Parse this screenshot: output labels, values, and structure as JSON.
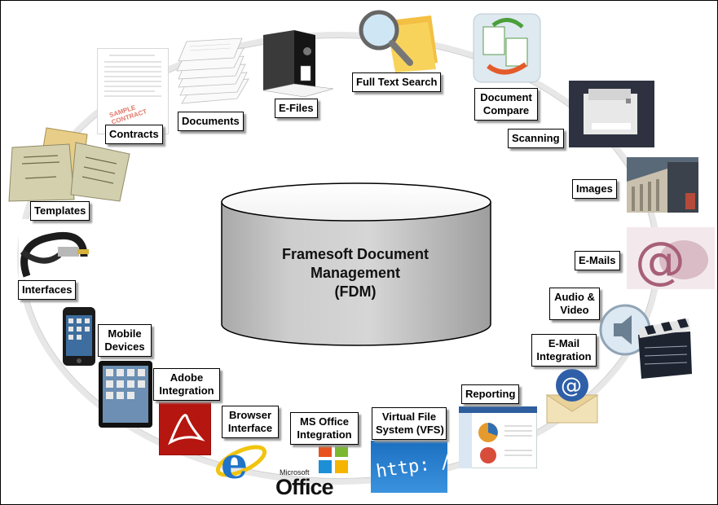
{
  "center": {
    "line1": "Framesoft Document",
    "line2": "Management",
    "line3": "(FDM)"
  },
  "labels": {
    "full_text_search": "Full Text Search",
    "document_compare": [
      "Document",
      "Compare"
    ],
    "scanning": "Scanning",
    "images": "Images",
    "emails": "E-Mails",
    "audio_video": [
      "Audio &",
      "Video"
    ],
    "email_integration": [
      "E-Mail",
      "Integration"
    ],
    "reporting": "Reporting",
    "vfs": [
      "Virtual File",
      "System (VFS)"
    ],
    "ms_office": [
      "MS Office",
      "Integration"
    ],
    "browser": [
      "Browser",
      "Interface"
    ],
    "adobe": [
      "Adobe",
      "Integration"
    ],
    "mobile": [
      "Mobile",
      "Devices"
    ],
    "interfaces": "Interfaces",
    "templates": "Templates",
    "contracts": "Contracts",
    "documents": "Documents",
    "efiles": "E-Files"
  },
  "image_text": {
    "office_brand": "Office",
    "microsoft": "Microsoft",
    "url": "http: // ww",
    "sample_contract": "SAMPLE CONTRACT"
  },
  "colors": {
    "ring": "#e7e7e7",
    "cylinder_top": "#ffffff",
    "cylinder_body": "#c0c0c0",
    "label_border": "#000000",
    "shadow": "#9a9a9a"
  }
}
